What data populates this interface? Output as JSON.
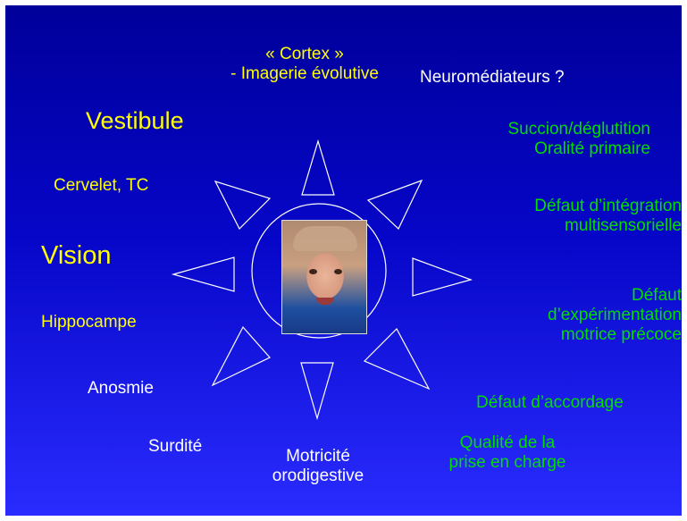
{
  "colors": {
    "yellow": "#ffff00",
    "white": "#ffffff",
    "green": "#00dd00"
  },
  "labels": {
    "cortex": "« Cortex »\n- Imagerie évolutive",
    "neuromediateurs": "Neuromédiateurs ?",
    "vestibule": "Vestibule",
    "cervelet": "Cervelet, TC",
    "vision": "Vision",
    "hippocampe": "Hippocampe",
    "anosmie": "Anosmie",
    "surdite": "Surdité",
    "motricite": "Motricité\norodigestive",
    "succion": "Succion/déglutition\nOralité primaire",
    "integration": "Défaut d’intégration\nmultisensorielle",
    "experimentation": "Défaut\nd’expérimentation\nmotrice précoce",
    "accordage": "Défaut d’accordage",
    "qualite": "Qualité de la\nprise en charge"
  },
  "center": {
    "image": "child-portrait"
  }
}
